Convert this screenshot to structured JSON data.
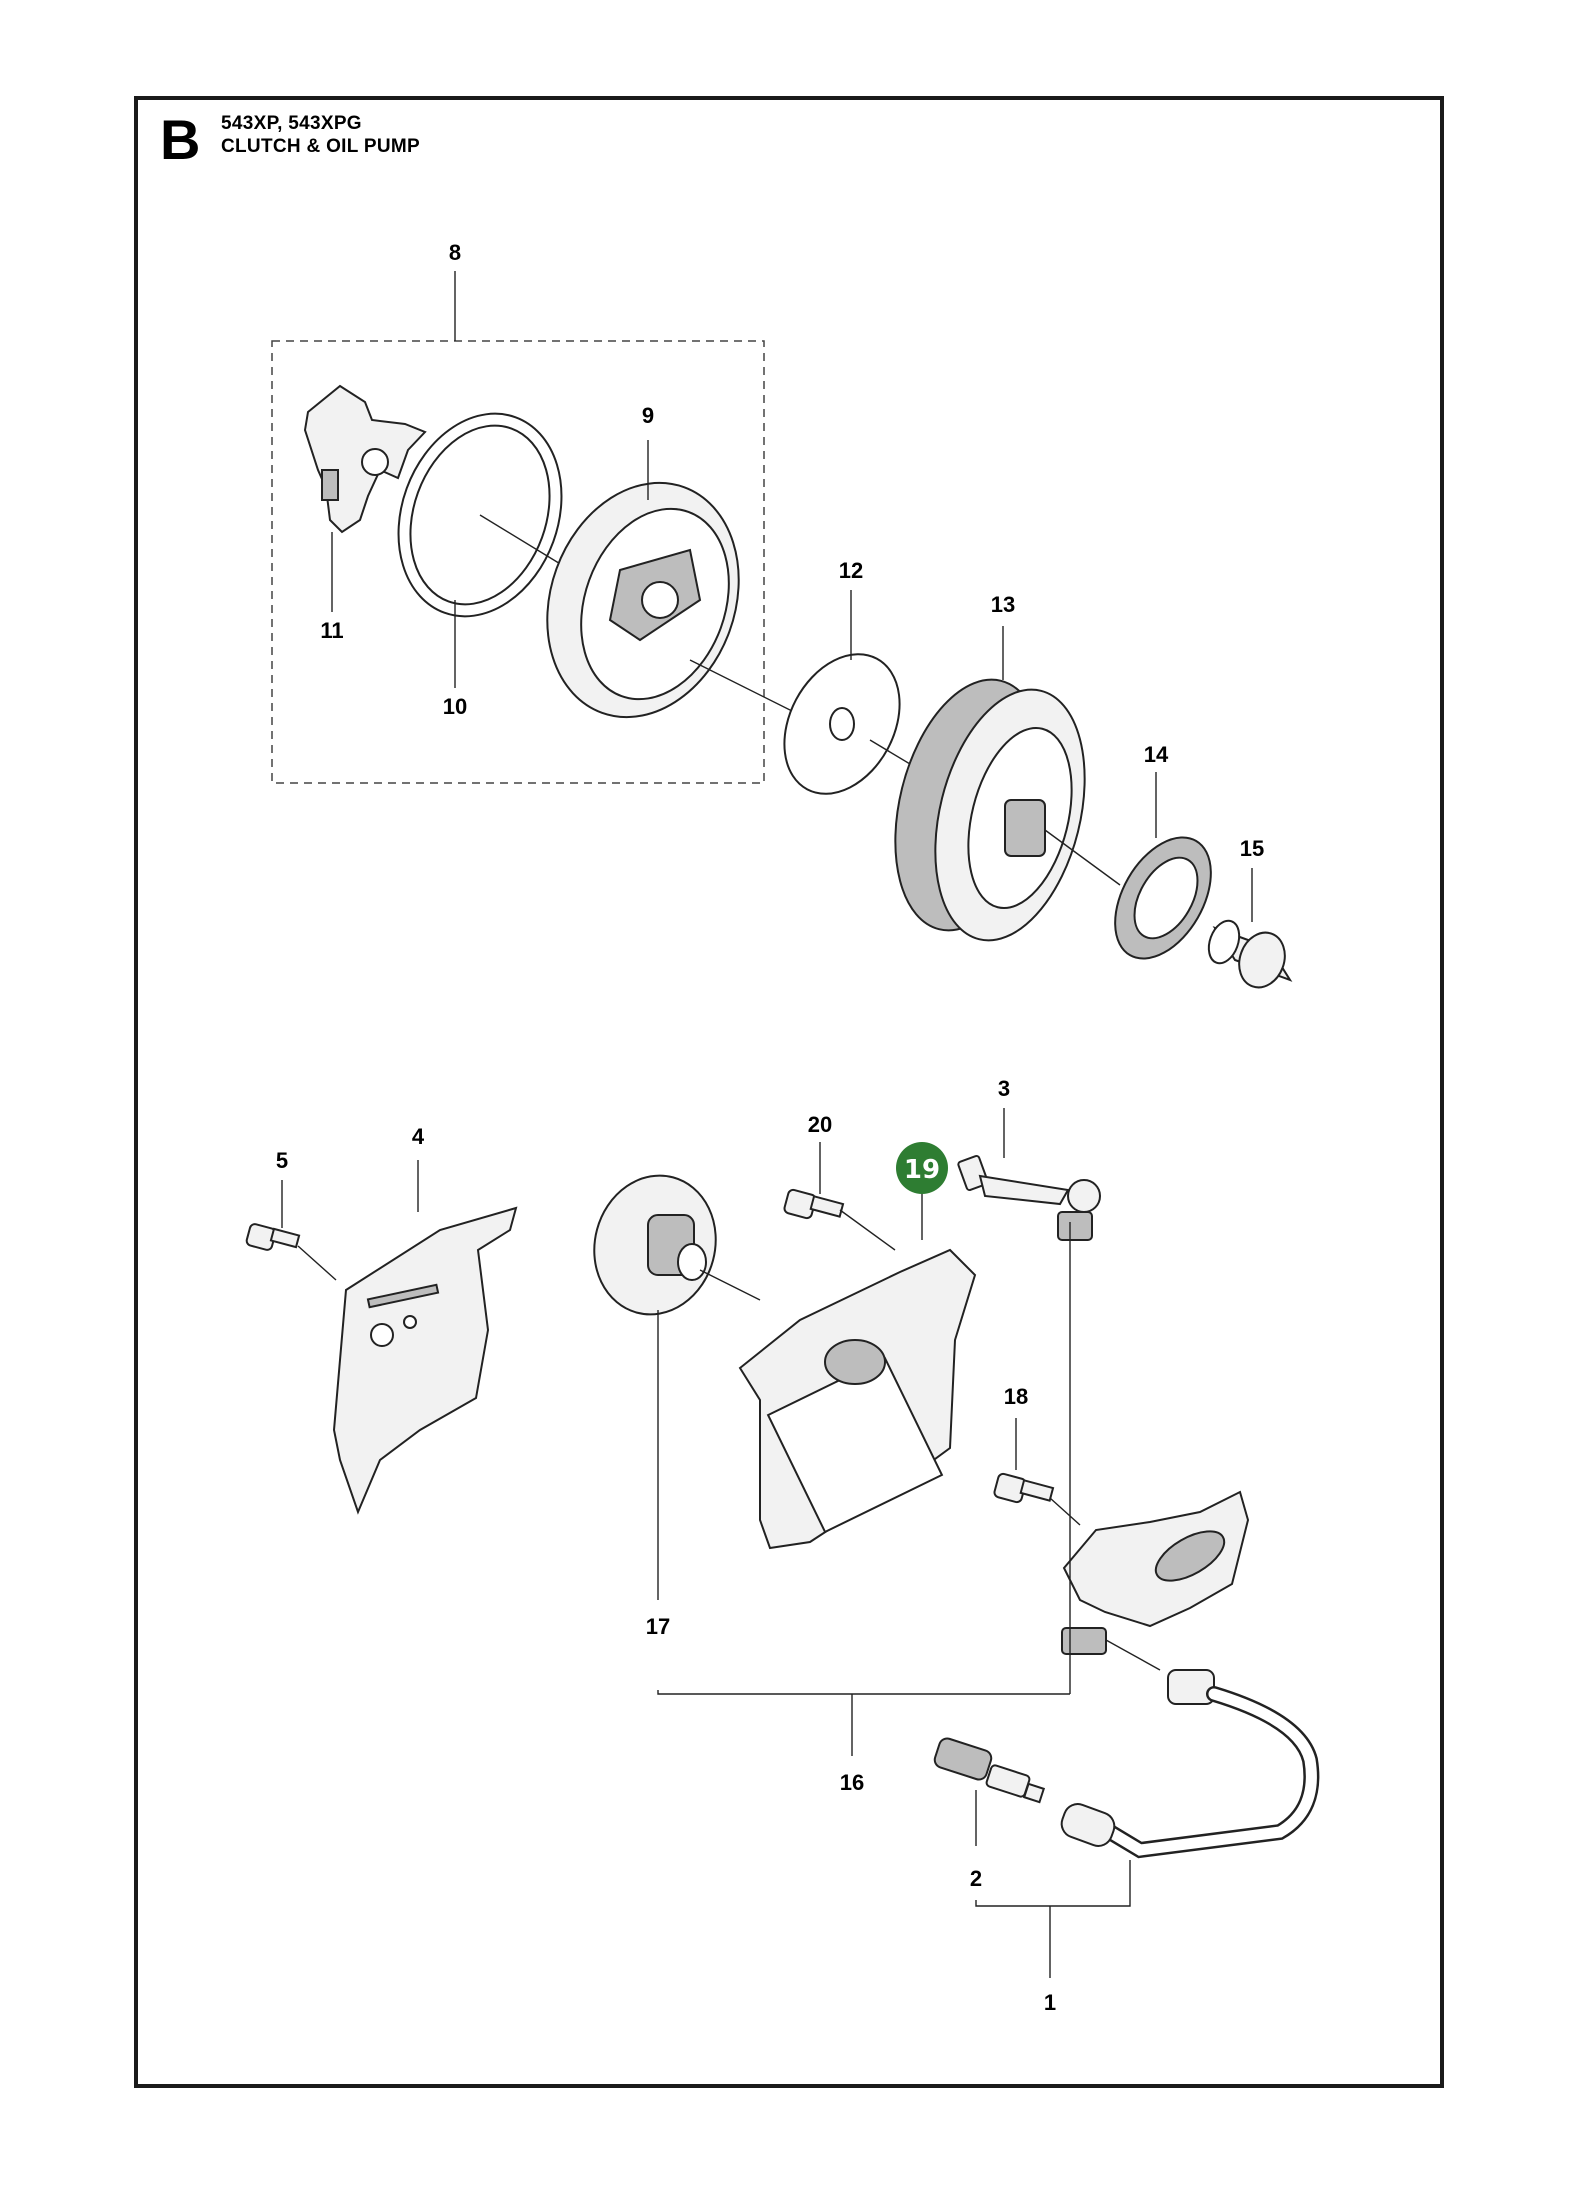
{
  "header": {
    "section_letter": "B",
    "models": "543XP, 543XPG",
    "title": "CLUTCH & OIL PUMP"
  },
  "callouts": {
    "c1": "1",
    "c2": "2",
    "c3": "3",
    "c4": "4",
    "c5": "5",
    "c8": "8",
    "c9": "9",
    "c10": "10",
    "c11": "11",
    "c12": "12",
    "c13": "13",
    "c14": "14",
    "c15": "15",
    "c16": "16",
    "c17": "17",
    "c18": "18",
    "c20": "20"
  },
  "highlight": {
    "label": "19",
    "color": "#2e7d32"
  }
}
